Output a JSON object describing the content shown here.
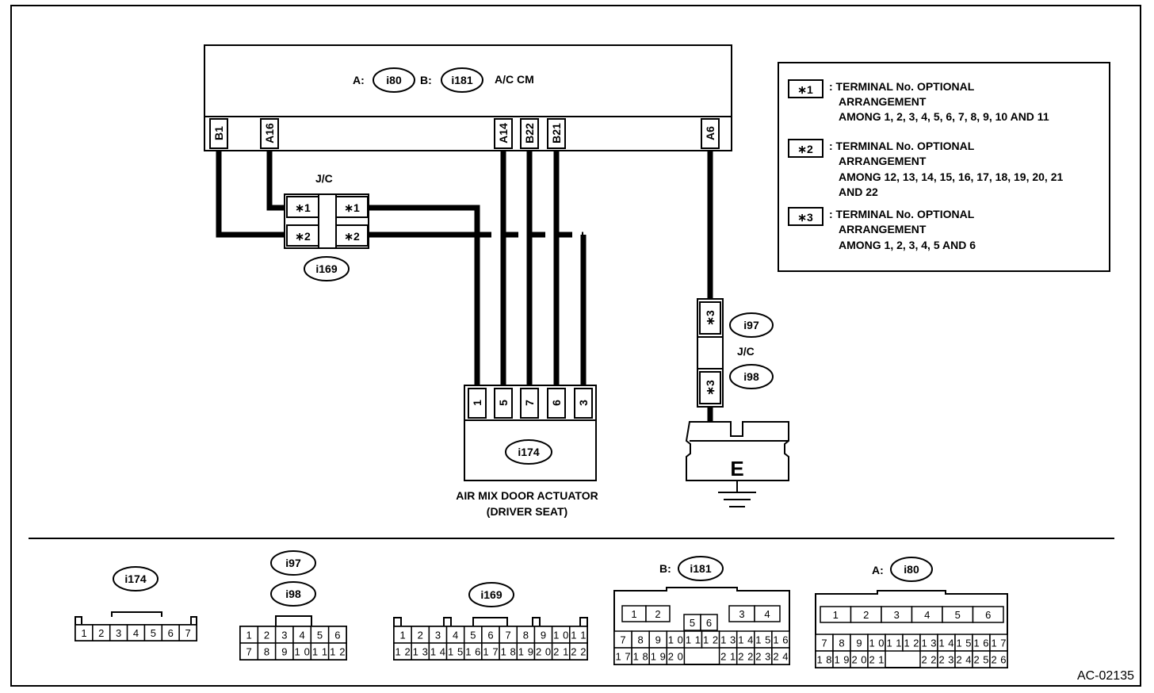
{
  "control_module": {
    "label": "A/C CM",
    "conn_a_prefix": "A:",
    "conn_a": "i80",
    "conn_b_prefix": "B:",
    "conn_b": "i181",
    "terminals": [
      "B1",
      "A16",
      "A14",
      "B22",
      "B21",
      "A6"
    ]
  },
  "joint_connector_1": {
    "label": "J/C",
    "id": "i169",
    "pin_top": "∗1",
    "pin_bottom": "∗2"
  },
  "actuator": {
    "id": "i174",
    "pins": [
      "1",
      "5",
      "7",
      "6",
      "3"
    ],
    "name_line1": "AIR MIX DOOR ACTUATOR",
    "name_line2": "(DRIVER SEAT)"
  },
  "ground_path": {
    "conn_top": "i97",
    "conn_bottom": "i98",
    "jc_label": "J/C",
    "pin": "∗3",
    "ground_label": "E"
  },
  "legend": [
    {
      "mark": "∗1",
      "lines": [
        ": TERMINAL No. OPTIONAL",
        "ARRANGEMENT",
        "AMONG 1, 2, 3, 4, 5, 6, 7, 8, 9, 10 AND 11"
      ]
    },
    {
      "mark": "∗2",
      "lines": [
        ": TERMINAL No. OPTIONAL",
        "ARRANGEMENT",
        "AMONG 12, 13, 14, 15, 16, 17, 18, 19, 20, 21",
        "AND 22"
      ]
    },
    {
      "mark": "∗3",
      "lines": [
        ": TERMINAL No. OPTIONAL",
        "ARRANGEMENT",
        "AMONG 1, 2, 3, 4, 5 AND 6"
      ]
    }
  ],
  "connector_views": {
    "i174": {
      "id": "i174",
      "pins": [
        "1",
        "2",
        "3",
        "4",
        "5",
        "6",
        "7"
      ]
    },
    "i97_98": {
      "id_top": "i97",
      "id_bottom": "i98",
      "row1": [
        "1",
        "2",
        "3",
        "4",
        "5",
        "6"
      ],
      "row2": [
        "7",
        "8",
        "9",
        "10",
        "11",
        "12"
      ]
    },
    "i169": {
      "id": "i169",
      "row1": [
        "1",
        "2",
        "3",
        "4",
        "5",
        "6",
        "7",
        "8",
        "9",
        "10",
        "11"
      ],
      "row2": [
        "12",
        "13",
        "14",
        "15",
        "16",
        "17",
        "18",
        "19",
        "20",
        "21",
        "22"
      ]
    },
    "i181": {
      "prefix": "B:",
      "id": "i181",
      "row1_left": [
        "1",
        "2"
      ],
      "row1_mid": [
        "5",
        "6"
      ],
      "row1_right": [
        "3",
        "4"
      ],
      "row2": [
        "7",
        "8",
        "9",
        "10",
        "11",
        "12",
        "13",
        "14",
        "15",
        "16"
      ],
      "row3_left": [
        "17",
        "18",
        "19",
        "20"
      ],
      "row3_right": [
        "21",
        "22",
        "23",
        "24"
      ]
    },
    "i80": {
      "prefix": "A:",
      "id": "i80",
      "row1": [
        "1",
        "2",
        "3",
        "4",
        "5",
        "6"
      ],
      "row2": [
        "7",
        "8",
        "9",
        "10",
        "11",
        "12",
        "13",
        "14",
        "15",
        "16",
        "17"
      ],
      "row3_left": [
        "18",
        "19",
        "20",
        "21"
      ],
      "row3_right": [
        "22",
        "23",
        "24",
        "25",
        "26"
      ]
    }
  },
  "figure_code": "AC-02135"
}
